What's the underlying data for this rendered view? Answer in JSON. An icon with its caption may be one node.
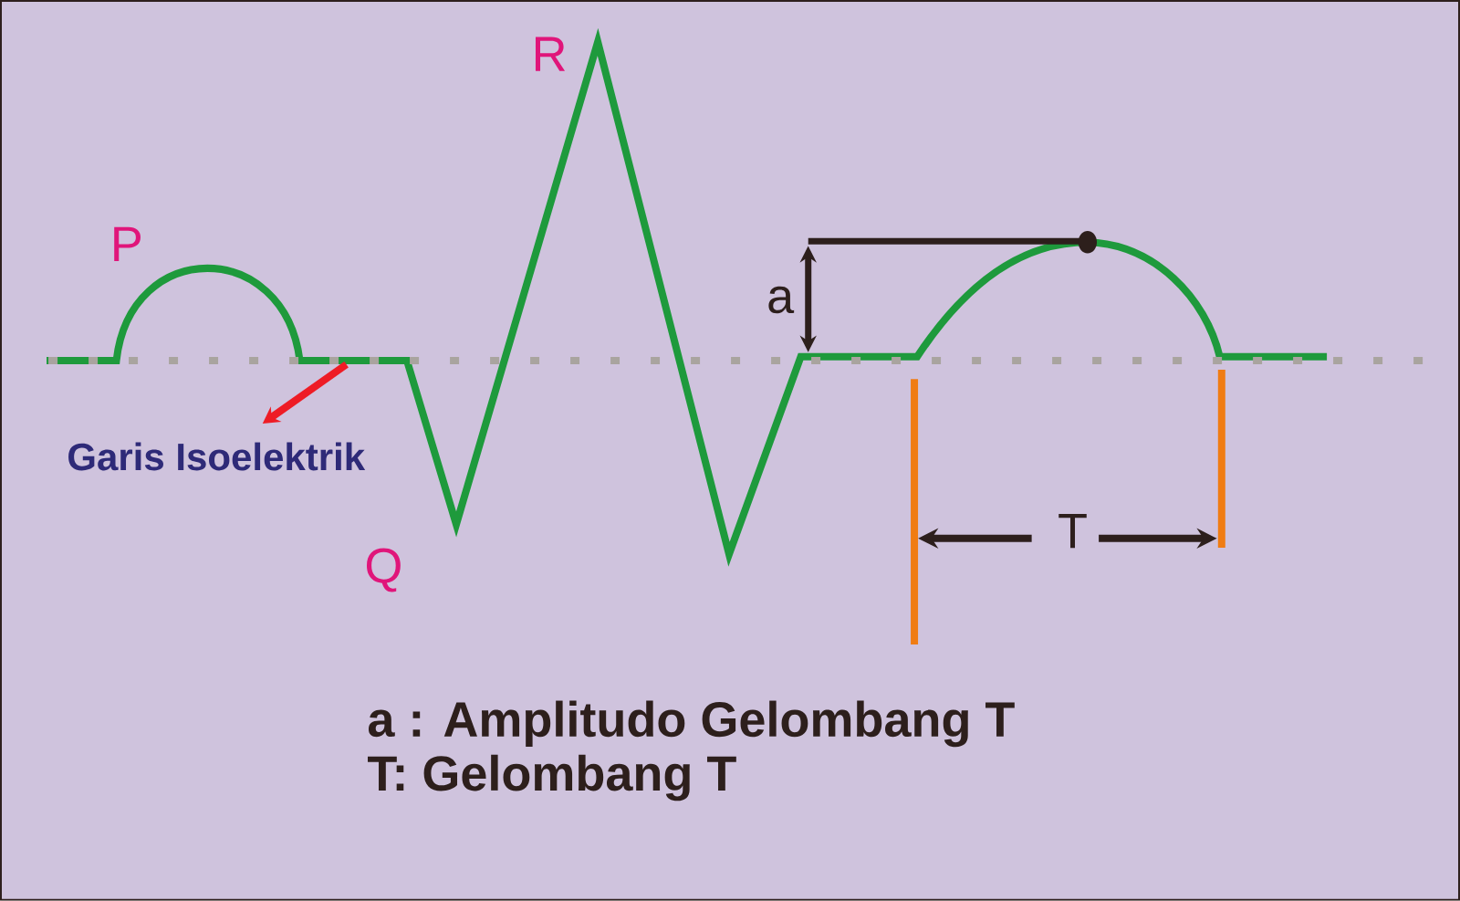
{
  "diagram": {
    "nodes": [
      {
        "text": [
          "Garis Isoelektrik"
        ]
      },
      {
        "text": [],
        "shape": "line"
      }
    ],
    "edges": [
      {
        "from": 1,
        "to": 0,
        "arrow": "to",
        "color": "#ee1c25"
      }
    ],
    "labels": [
      "R",
      "P",
      "a",
      "Q",
      "T",
      "a : Amplitudo Gelombang T",
      "T: Gelombang T"
    ]
  }
}
